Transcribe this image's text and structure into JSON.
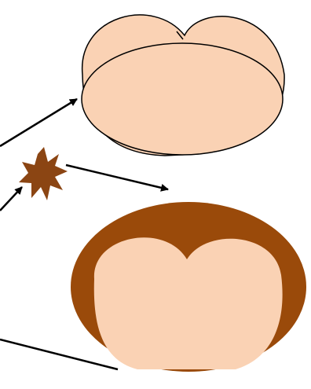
{
  "colors": {
    "background": "#FFFFFF",
    "skin_fill": "#FAD2B4",
    "brown_fill": "#9A4A0A",
    "outline": "#000000",
    "arrow": "#000000"
  },
  "diagram": {
    "objects": [
      {
        "name": "upper-heart-cap",
        "icon": "heart-shaped-dome-shape"
      },
      {
        "name": "burst",
        "icon": "eight-point-starburst"
      },
      {
        "name": "lower-brown-heart",
        "icon": "brown-ring-with-heart-shape"
      }
    ],
    "arrows": [
      {
        "name": "arrow-left-to-top-shape"
      },
      {
        "name": "arrow-left-to-burst"
      },
      {
        "name": "arrow-burst-to-right"
      },
      {
        "name": "line-left-to-bottom"
      }
    ]
  }
}
